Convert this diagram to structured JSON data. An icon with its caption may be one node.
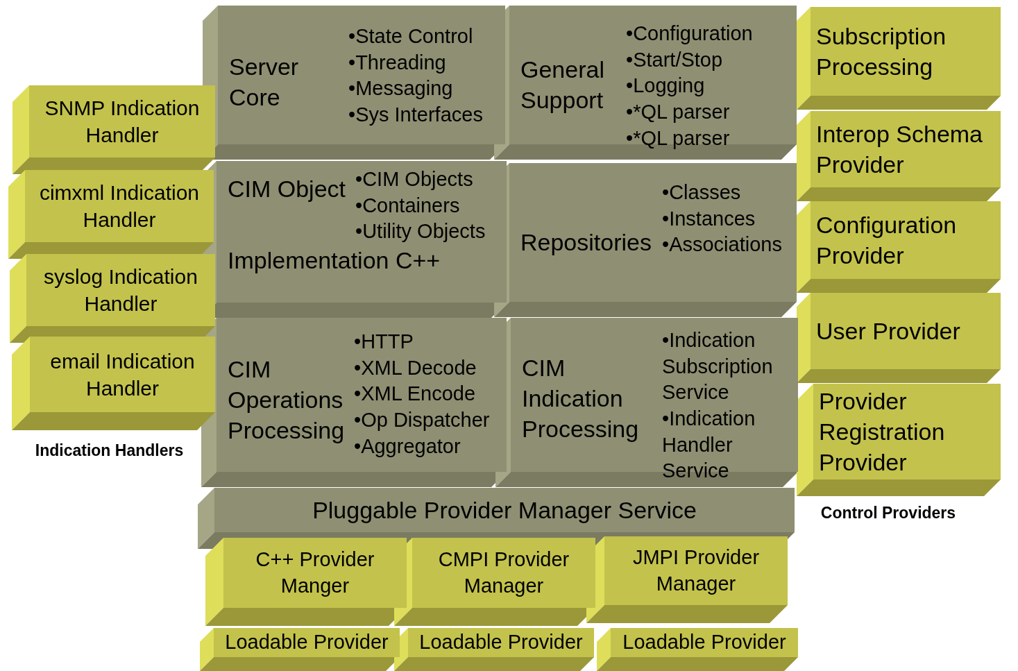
{
  "diagram": {
    "nodes": [
      {
        "text": [
          "Server Core",
          "•State Control",
          "•Threading",
          "•Messaging",
          "•Sys Interfaces"
        ]
      },
      {
        "text": [
          "General Support",
          "•Configuration",
          "•Start/Stop",
          "•Logging",
          "•*QL parser",
          "•*QL parser"
        ]
      },
      {
        "text": [
          "CIM Object Implementation C++",
          "•CIM Objects",
          "•Containers",
          "•Utility Objects"
        ]
      },
      {
        "text": [
          "Repositories",
          "•Classes",
          "•Instances",
          "•Associations"
        ]
      },
      {
        "text": [
          "CIM Operations Processing",
          "•HTTP",
          "•XML Decode",
          "•XML Encode",
          "•Op Dispatcher",
          "•Aggregator"
        ]
      },
      {
        "text": [
          "CIM Indication Processing",
          "•Indication Subscription Service",
          "•Indication Handler Service"
        ]
      },
      {
        "text": [
          "Pluggable Provider Manager Service"
        ]
      },
      {
        "text": [
          "SNMP Indication Handler"
        ]
      },
      {
        "text": [
          "cimxml Indication Handler"
        ]
      },
      {
        "text": [
          "syslog Indication Handler"
        ]
      },
      {
        "text": [
          "email Indication Handler"
        ]
      },
      {
        "text": [
          "Subscription Processing"
        ]
      },
      {
        "text": [
          "Interop Schema Provider"
        ]
      },
      {
        "text": [
          "Configuration Provider"
        ]
      },
      {
        "text": [
          "User Provider"
        ]
      },
      {
        "text": [
          "Provider Registration Provider"
        ]
      },
      {
        "text": [
          "C++ Provider Manger"
        ]
      },
      {
        "text": [
          "CMPI Provider Manager"
        ]
      },
      {
        "text": [
          "JMPI Provider Manager"
        ]
      },
      {
        "text": [
          "Loadable Provider"
        ]
      },
      {
        "text": [
          "Loadable Provider"
        ]
      },
      {
        "text": [
          "Loadable Provider"
        ]
      }
    ],
    "labels": [
      "Indication Handlers",
      "Control Providers"
    ]
  }
}
